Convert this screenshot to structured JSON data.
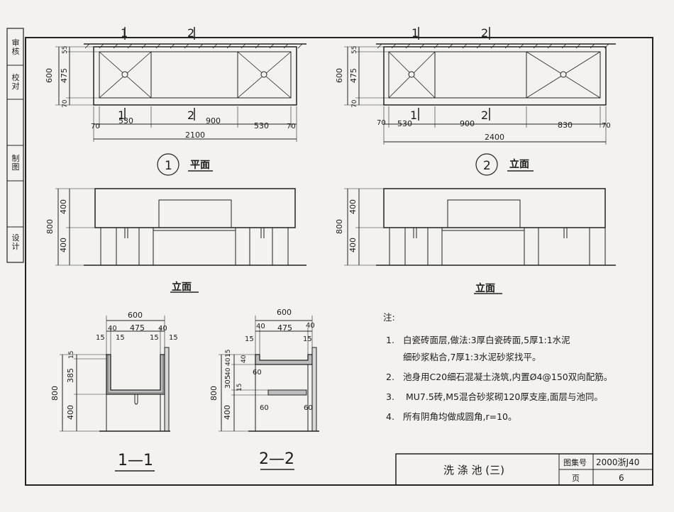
{
  "side_column": [
    "设计",
    "制图",
    "校对",
    "审核"
  ],
  "plan1": {
    "section_marks": [
      "1",
      "2",
      "1",
      "2"
    ],
    "dims_vertical": [
      "600",
      "55",
      "475",
      "70"
    ],
    "dims_bottom": [
      "70",
      "530",
      "900",
      "530",
      "70"
    ],
    "total": "2100",
    "caption_num": "1",
    "caption": "平面"
  },
  "plan2": {
    "section_marks": [
      "1",
      "2",
      "1",
      "2"
    ],
    "dims_vertical": [
      "600",
      "55",
      "475",
      "70"
    ],
    "dims_bottom": [
      "70",
      "530",
      "900",
      "830",
      "70"
    ],
    "total": "2400",
    "caption_num": "2",
    "caption": "立面"
  },
  "elev1": {
    "dims": [
      "800",
      "400",
      "400"
    ],
    "caption": "立面"
  },
  "elev2": {
    "dims": [
      "800",
      "400",
      "400"
    ],
    "caption": "立面"
  },
  "sec1": {
    "top_dims": [
      "600",
      "40",
      "475",
      "40",
      "15",
      "15",
      "15",
      "15"
    ],
    "side_dims": [
      "800",
      "385",
      "400",
      "15"
    ],
    "caption": "1—1"
  },
  "sec2": {
    "top_dims": [
      "600",
      "40",
      "475",
      "40",
      "15",
      "15"
    ],
    "side_dims": [
      "800",
      "15",
      "40",
      "40",
      "305",
      "15",
      "400",
      "40",
      "60",
      "60",
      "60"
    ],
    "caption": "2—2"
  },
  "notes": {
    "title": "注:",
    "items": [
      {
        "num": "1.",
        "text": "白瓷砖面层,做法:3厚白瓷砖面,5厚1:1水泥"
      },
      {
        "num": "",
        "text": "细砂浆粘合,7厚1:3水泥砂浆找平。"
      },
      {
        "num": "2.",
        "text": "池身用C20细石混凝土浇筑,内置Ø4@150双向配筋。"
      },
      {
        "num": "3.",
        "text": " MU7.5砖,M5混合砂浆砌120厚支座,面层与池同。"
      },
      {
        "num": "4.",
        "text": "所有阴角均做成圆角,r=10。"
      }
    ]
  },
  "title_block": {
    "title": "洗 涤 池 (三)",
    "atlas_label": "图集号",
    "atlas_value": "2000浙J40",
    "page_label": "页",
    "page_value": "6"
  }
}
